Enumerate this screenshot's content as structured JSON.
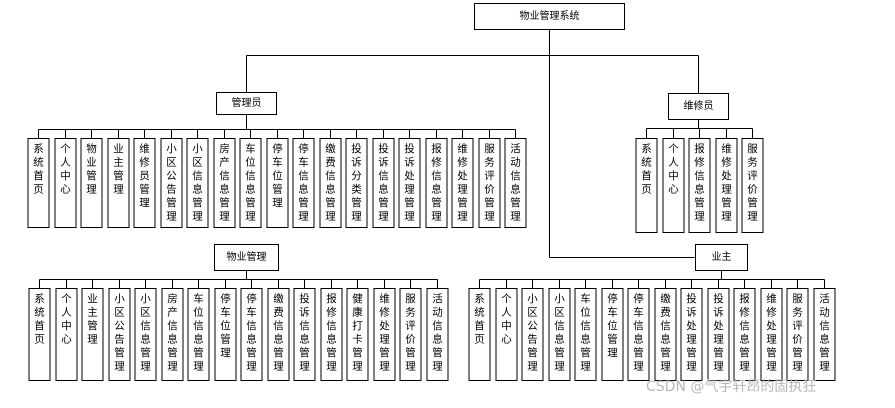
{
  "root": "物业管理系统",
  "admin": {
    "title": "管理员",
    "items": [
      "系统首页",
      "个人中心",
      "物业管理",
      "业主管理",
      "维修员管理",
      "小区公告管理",
      "小区信息管理",
      "房产信息管理",
      "车位信息管理",
      "停车位管理",
      "停车信息管理",
      "缴费信息管理",
      "投诉分类管理",
      "投诉信息管理",
      "投诉处理管理",
      "报修信息管理",
      "维修处理管理",
      "服务评价管理",
      "活动信息管理"
    ]
  },
  "repairman": {
    "title": "维修员",
    "items": [
      "系统首页",
      "个人中心",
      "报修信息管理",
      "维修处理管理",
      "服务评价管理"
    ]
  },
  "property": {
    "title": "物业管理",
    "items": [
      "系统首页",
      "个人中心",
      "业主管理",
      "小区公告管理",
      "小区信息管理",
      "房产信息管理",
      "车位信息管理",
      "停车位管理",
      "停车信息管理",
      "缴费信息管理",
      "投诉信息管理",
      "报修信息管理",
      "健康打卡管理",
      "维修处理管理",
      "服务评价管理",
      "活动信息管理"
    ]
  },
  "owner": {
    "title": "业主",
    "items": [
      "系统首页",
      "个人中心",
      "小区公告管理",
      "小区信息管理",
      "车位信息管理",
      "停车位管理",
      "停车信息管理",
      "缴费信息管理",
      "投诉处理管理",
      "投诉处理管理",
      "报修信息管理",
      "维修处理管理",
      "服务评价管理",
      "活动信息管理"
    ]
  },
  "watermark": "CSDN @气宇轩昂的固执狂"
}
